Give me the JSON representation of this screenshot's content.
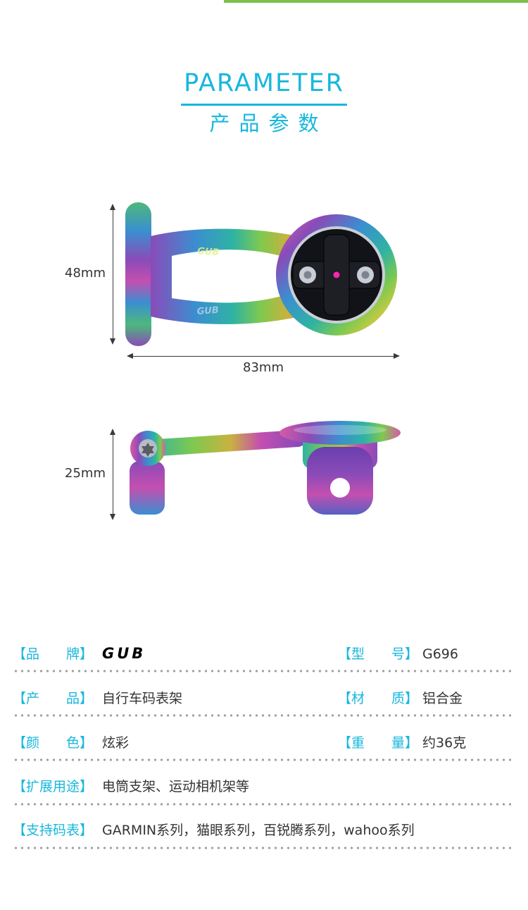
{
  "colors": {
    "accent_cyan": "#18b7dd",
    "accent_green": "#7cc24a",
    "text_dark": "#333333",
    "dotted_line": "#9e9e9e",
    "iridescent_palette": [
      "#8a4bb8",
      "#3a8fd0",
      "#2fb3a3",
      "#7ec94f",
      "#e8c93e",
      "#c44fb0"
    ]
  },
  "header": {
    "title": "PARAMETER",
    "subtitle": "产品参数"
  },
  "figures": {
    "front": {
      "marking": "GUB",
      "height": "48mm",
      "width": "83mm"
    },
    "side": {
      "height": "25mm"
    }
  },
  "specs": [
    {
      "label": "【品　　牌】",
      "value": "GUB"
    },
    {
      "label": "【型　　号】",
      "value": "G696"
    },
    {
      "label": "【产　　品】",
      "value": "自行车码表架"
    },
    {
      "label": "【材　　质】",
      "value": "铝合金"
    },
    {
      "label": "【颜　　色】",
      "value": "炫彩"
    },
    {
      "label": "【重　　量】",
      "value": "约36克"
    },
    {
      "label": "【扩展用途】",
      "value": "电筒支架、运动相机架等"
    },
    {
      "label": "【支持码表】",
      "value": "GARMIN系列，猫眼系列，百锐腾系列，wahoo系列"
    }
  ]
}
